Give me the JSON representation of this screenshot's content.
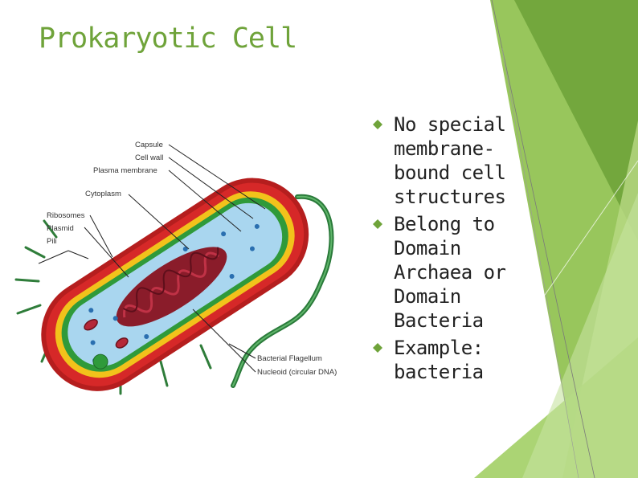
{
  "slide": {
    "title": "Prokaryotic Cell",
    "accent_color": "#6fa33a",
    "bullet_icon": "diamond-icon",
    "bullets": [
      "No special membrane-bound cell structures",
      "Belong to Domain Archaea or Domain Bacteria",
      "Example: bacteria"
    ]
  },
  "diagram": {
    "labels": {
      "capsule": "Capsule",
      "cell_wall": "Cell wall",
      "plasma_membrane": "Plasma membrane",
      "cytoplasm": "Cytoplasm",
      "ribosomes": "Ribosomes",
      "plasmid": "Plasmid",
      "pili": "Pili",
      "flagellum": "Bacterial Flagellum",
      "nucleoid": "Nucleoid (circular DNA)"
    }
  }
}
